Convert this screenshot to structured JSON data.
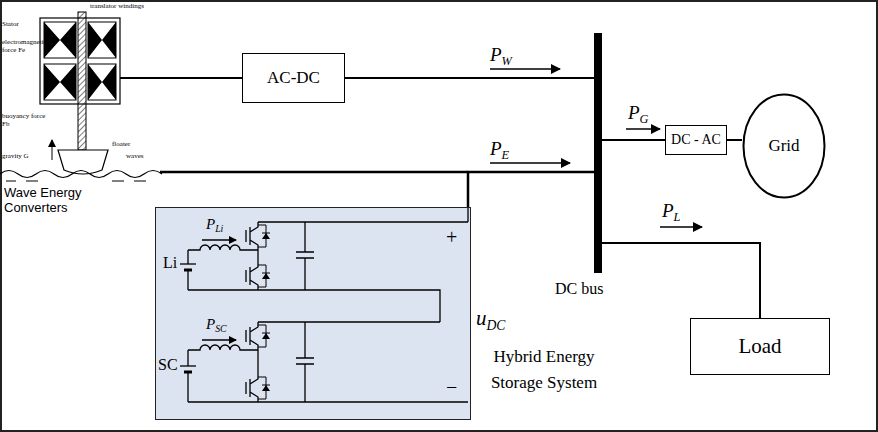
{
  "diagram": {
    "nodes": [
      {
        "text": [
          "AC-DC"
        ]
      },
      {
        "text": [
          "DC bus"
        ]
      },
      {
        "text": [
          "DC - AC"
        ]
      },
      {
        "text": [
          "Grid"
        ]
      },
      {
        "text": [
          "Hybrid Energy Storage System"
        ]
      },
      {
        "text": [
          "Load"
        ]
      }
    ],
    "edges": [
      {
        "from": 0,
        "to": 1,
        "arrow": "none",
        "label": "PW"
      },
      {
        "from": 4,
        "to": 1,
        "arrow": "none",
        "label": "PE"
      },
      {
        "from": 1,
        "to": 2,
        "arrow": "none",
        "label": "PG"
      },
      {
        "from": 2,
        "to": 3,
        "arrow": "none"
      },
      {
        "from": 1,
        "to": 5,
        "arrow": "none",
        "label": "PL"
      }
    ],
    "labels": [
      "translator windings",
      "Stator",
      "electromagnetic force Fe",
      "buoyancy force Fb",
      "gravity G",
      "floater",
      "waves",
      "Wave Energy Converters",
      "Li",
      "PLi",
      "SC",
      "PSC",
      "+",
      "uDC",
      "−"
    ]
  }
}
